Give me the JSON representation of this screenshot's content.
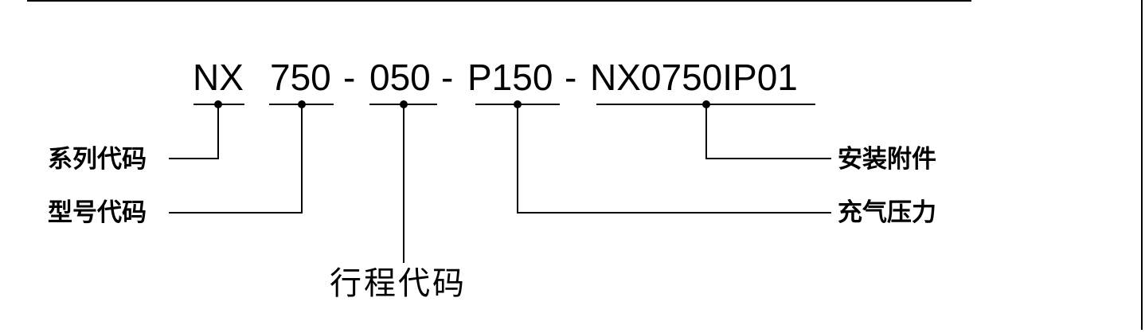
{
  "code": {
    "series": "NX",
    "model": "750",
    "sep1": "-",
    "stroke": "050",
    "sep2": "-",
    "pressure": "P150",
    "sep3": "-",
    "accessory": "NX0750IP01"
  },
  "labels": {
    "series": "系列代码",
    "model": "型号代码",
    "stroke": "行程代码",
    "pressure": "充气压力",
    "accessory": "安装附件"
  }
}
